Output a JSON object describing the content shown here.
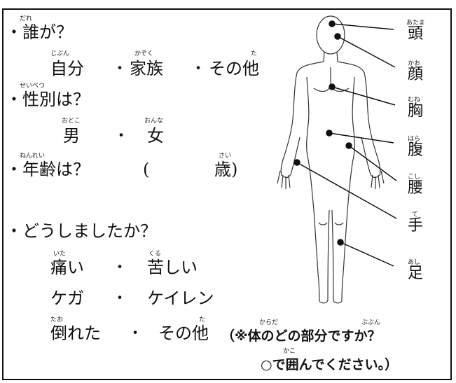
{
  "questions": {
    "who": {
      "label": "・誰が？",
      "furigana": "だれ",
      "options": [
        "自分",
        "家族",
        "その他"
      ],
      "options_furigana": [
        "じぶん",
        "かぞく",
        "た"
      ],
      "separator": "・"
    },
    "sex": {
      "label": "・性別は？",
      "furigana": "せいべつ",
      "options": [
        "男",
        "女"
      ],
      "options_furigana": [
        "おとこ",
        "おんな"
      ],
      "separator": "・"
    },
    "age": {
      "label": "・年齢は？",
      "furigana": "ねんれい",
      "open_paren": "(",
      "close": "歳)",
      "close_furigana": "さい"
    },
    "what": {
      "label": "・どうしましたか？",
      "row1": [
        "痛い",
        "苦しい"
      ],
      "row1_furigana": [
        "いた",
        "くる"
      ],
      "row2": [
        "ケガ",
        "ケイレン"
      ],
      "row3": [
        "倒れた",
        "その他"
      ],
      "row3_furigana": [
        "たお",
        "た"
      ],
      "separator": "・"
    }
  },
  "body_parts": [
    {
      "label": "頭",
      "furigana": "あたま"
    },
    {
      "label": "顔",
      "furigana": "かお"
    },
    {
      "label": "胸",
      "furigana": "むね"
    },
    {
      "label": "腹",
      "furigana": "はら"
    },
    {
      "label": "腰",
      "furigana": "こし"
    },
    {
      "label": "手",
      "furigana": "て"
    },
    {
      "label": "足",
      "furigana": "あし"
    }
  ],
  "instruction": {
    "line1": "（※体のどの部分ですか？",
    "line1_furigana": [
      "からだ",
      "ぶぶん"
    ],
    "line2": "○で囲んでください。）",
    "line2_furigana": "かこ"
  }
}
